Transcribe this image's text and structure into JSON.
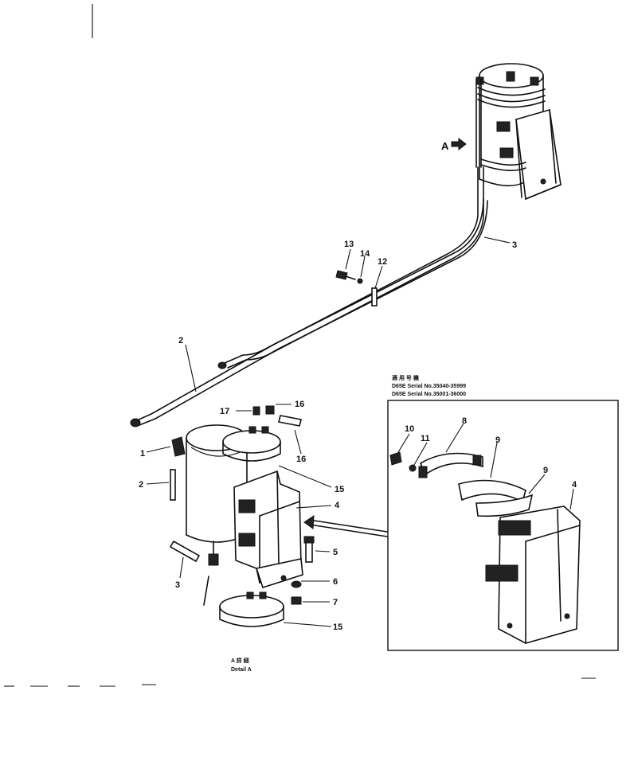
{
  "callouts": {
    "c1": "1",
    "c2a": "2",
    "c2b": "2",
    "c3a": "3",
    "c3b": "3",
    "c4a": "4",
    "c4b": "4",
    "c5": "5",
    "c6": "6",
    "c7": "7",
    "c8": "8",
    "c9a": "9",
    "c9b": "9",
    "c10": "10",
    "c11": "11",
    "c12": "12",
    "c13": "13",
    "c14": "14",
    "c15a": "15",
    "c15b": "15",
    "c16a": "16",
    "c16b": "16",
    "c17": "17"
  },
  "view_marker": "A",
  "detail_note": {
    "line1": "適 用 号 機",
    "line2": "D65E Serial No.35040-35999",
    "line3": "D65E Serial No.35001-36000"
  },
  "detail_caption": {
    "line1": "A 詳 細",
    "line2": "Detail A"
  }
}
